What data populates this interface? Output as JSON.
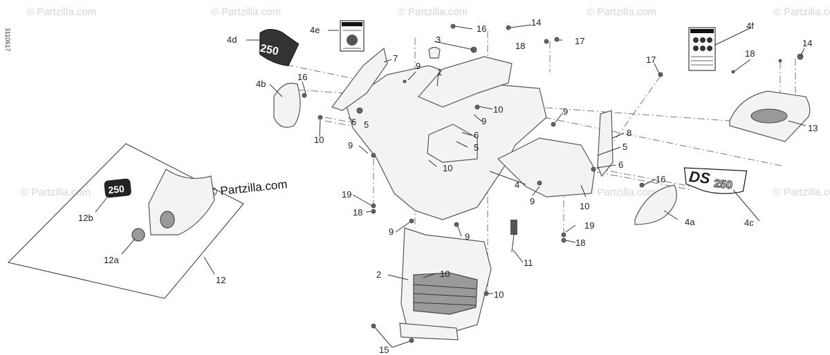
{
  "diagram": {
    "ref_code": "3110617",
    "watermark_text": "© Partzilla.com",
    "callouts": [
      "1",
      "2",
      "3",
      "4",
      "4a",
      "4b",
      "4c",
      "4d",
      "4e",
      "4f",
      "5",
      "6",
      "7",
      "8",
      "9",
      "10",
      "11",
      "12",
      "12a",
      "12b",
      "13",
      "14",
      "15",
      "16",
      "17",
      "18",
      "19"
    ],
    "decal_letters": "DS",
    "decal_number": "250"
  }
}
